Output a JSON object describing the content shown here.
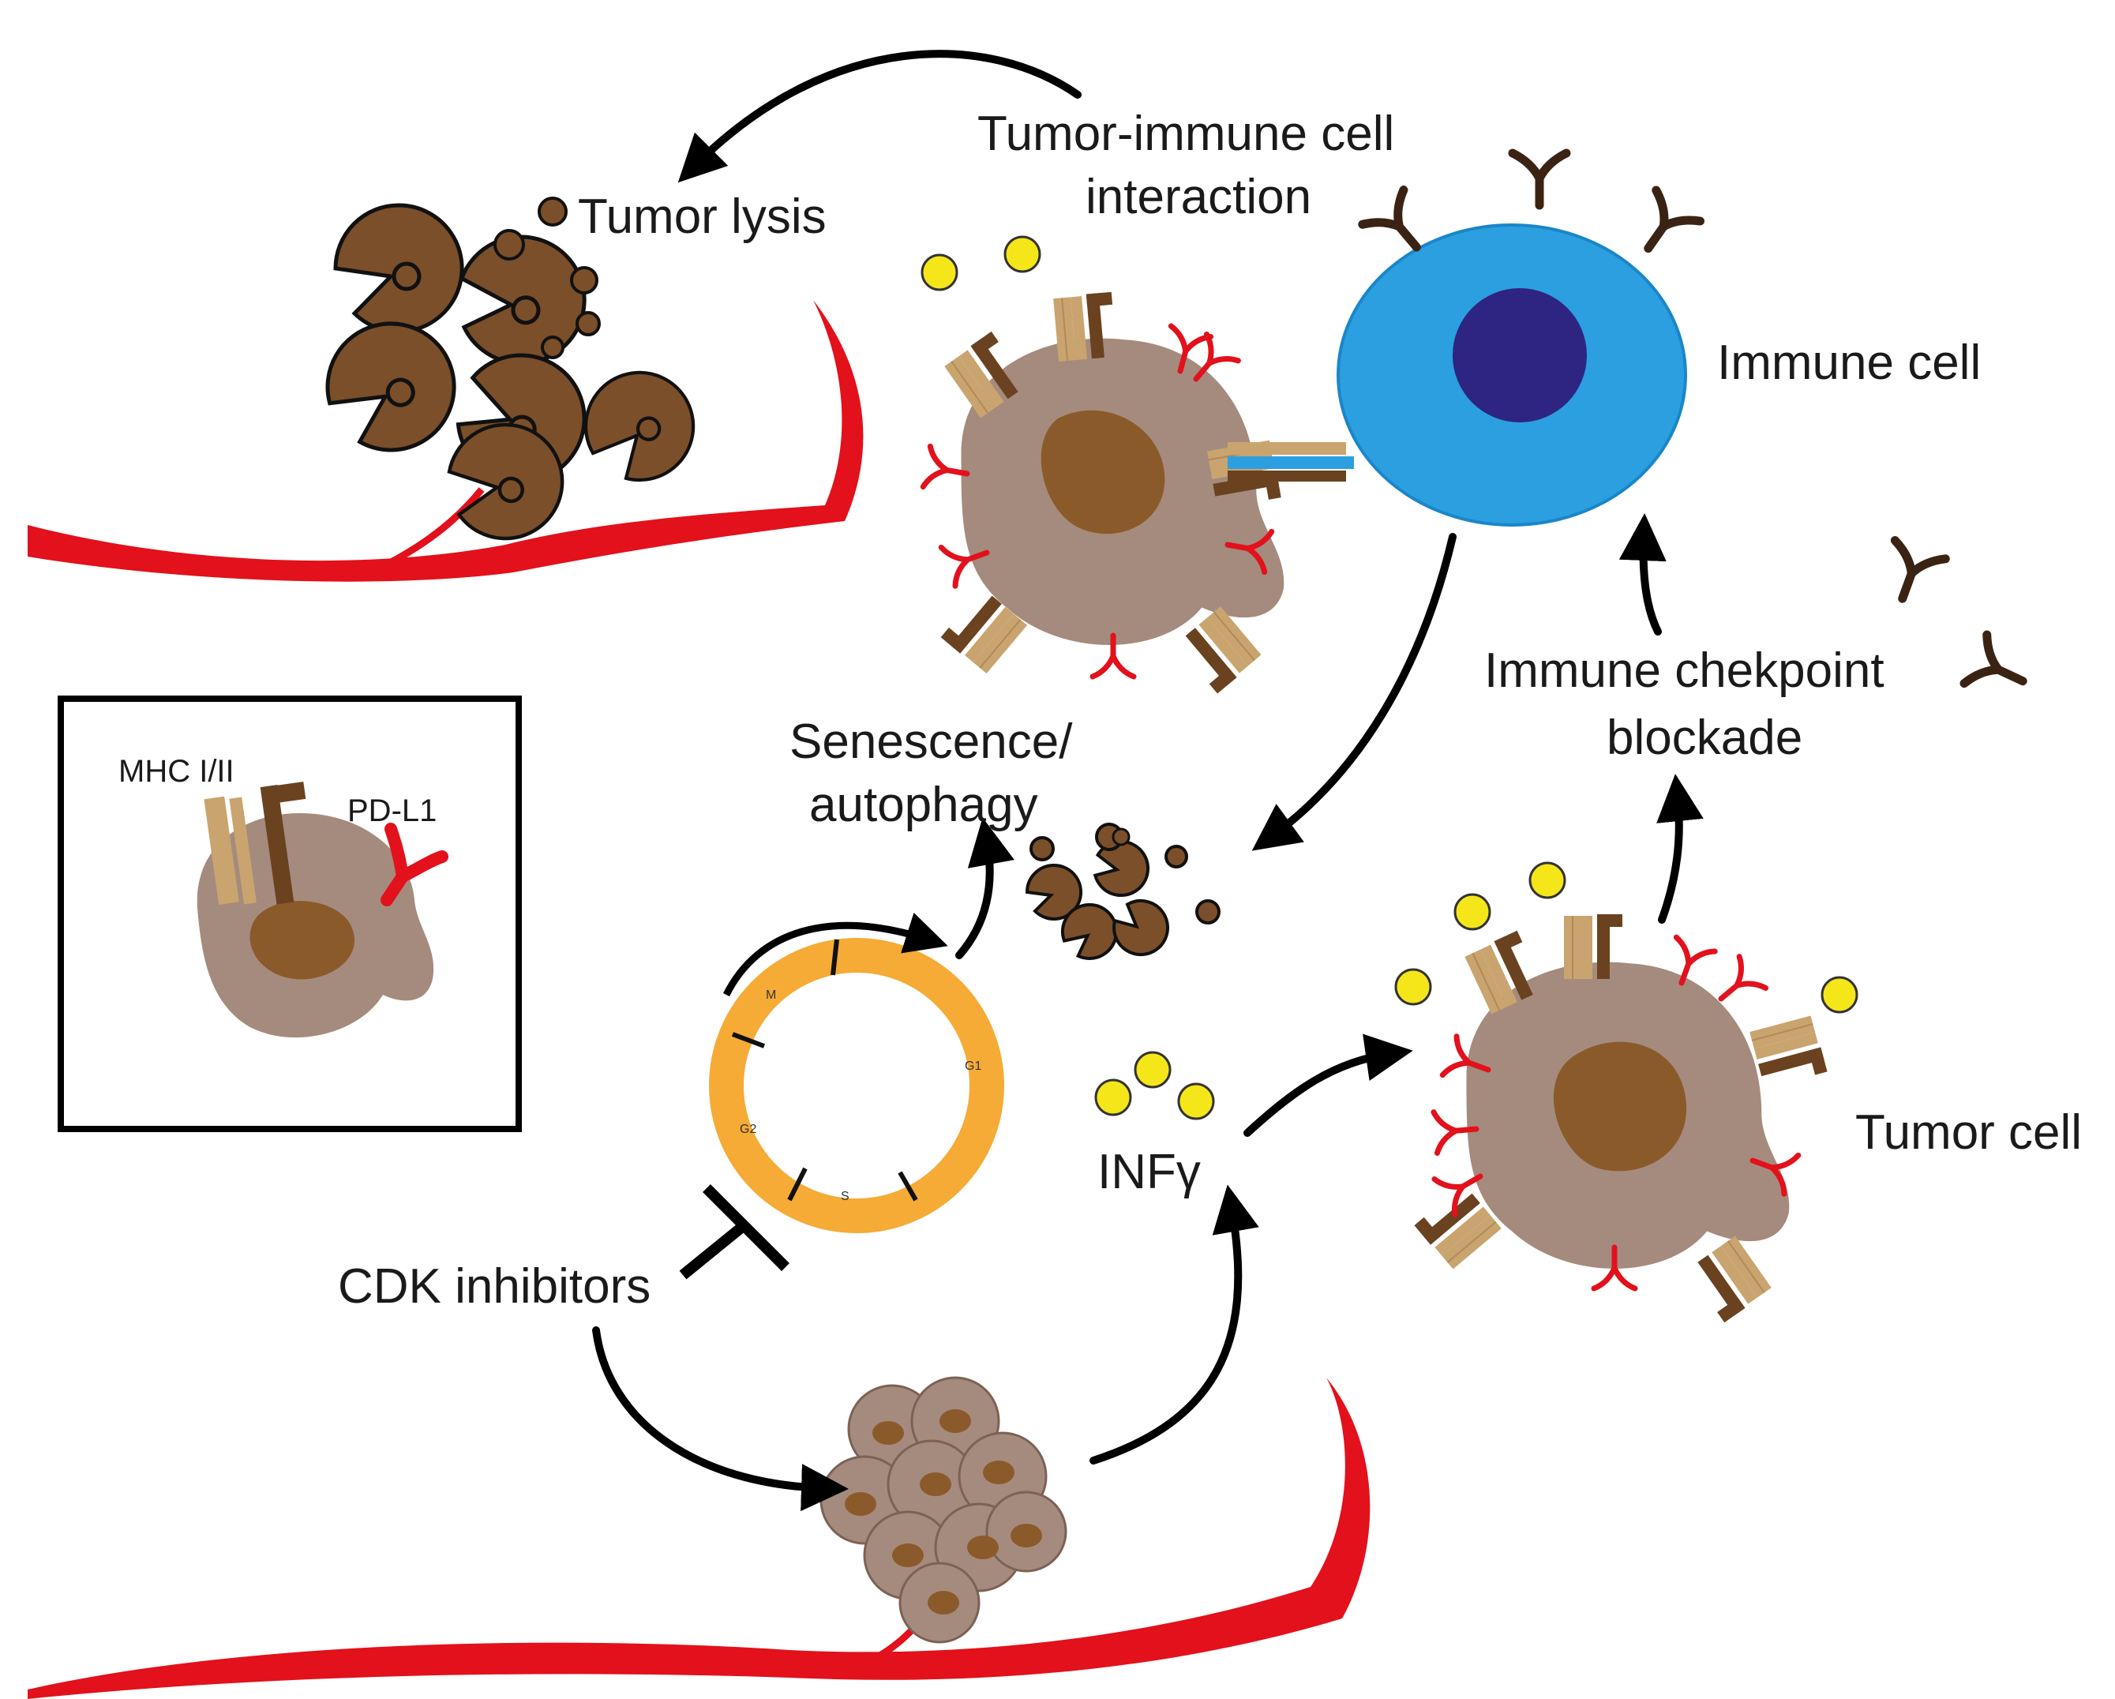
{
  "labels": {
    "tumor_immune_line1": "Tumor-immune cell",
    "tumor_immune_line2": "interaction",
    "tumor_lysis": "Tumor lysis",
    "immune_cell": "Immune cell",
    "immune_checkpoint_line1": "Immune chekpoint",
    "immune_checkpoint_line2": "blockade",
    "senescence_line1": "Senescence/",
    "senescence_line2": "autophagy",
    "infg": "INFγ",
    "tumor_cell": "Tumor cell",
    "cdk_inhibitors": "CDK inhibitors"
  },
  "legend": {
    "mhc": "MHC I/II",
    "pdl1": "PD-L1"
  },
  "cell_cycle": {
    "phases": [
      "M",
      "G1",
      "S",
      "G2"
    ]
  },
  "colors": {
    "vessel": "#e2111b",
    "tumor_body": "#a58b7d",
    "tumor_nucleus": "#8b5a2b",
    "lysed_tumor": "#7a4f2a",
    "immune_cell": "#2b9fe0",
    "immune_nucleus": "#2e2482",
    "mhc_light": "#c9a46f",
    "mhc_dark": "#6a4220",
    "pdl1": "#e2111b",
    "antibody": "#3b2313",
    "cytokine": "#f5e61a",
    "cell_cycle_ring": "#f5ab35",
    "arrow": "#000000"
  }
}
